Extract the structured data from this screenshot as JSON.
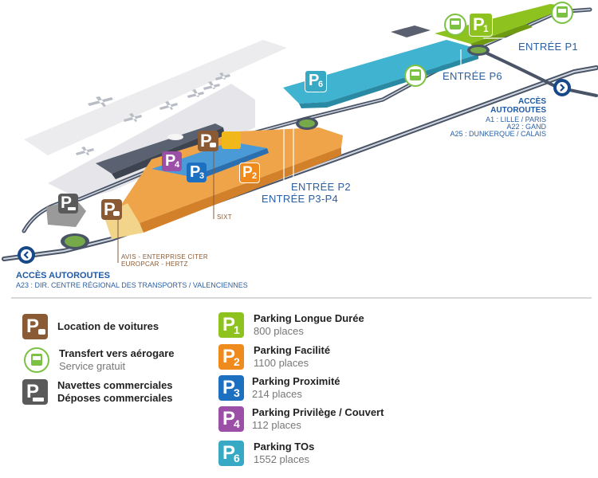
{
  "colors": {
    "p1": "#8dc21f",
    "p2": "#ef8a1c",
    "p3": "#1d6fc0",
    "p4": "#9b4fa6",
    "p6": "#37a9c4",
    "rental": "#8a5a35",
    "commercial": "#5a5a5a",
    "shuttle": "#7cc242",
    "label_blue": "#2b5fa3",
    "access_circle": "#17488a"
  },
  "map": {
    "entrances": {
      "p1": "ENTRÉE P1",
      "p6": "ENTRÉE P6",
      "p2": "ENTRÉE P2",
      "p3p4": "ENTRÉE P3-P4"
    },
    "access_east": {
      "title_line1": "ACCÈS",
      "title_line2": "AUTOROUTES",
      "routes": [
        "A1 : LILLE / PARIS",
        "A22 : GAND",
        "A25 : DUNKERQUE / CALAIS"
      ],
      "icon": "chevron-right-icon"
    },
    "access_west": {
      "title": "ACCÈS AUTOROUTES",
      "route": "A23 : DIR. CENTRE RÉGIONAL DES TRANSPORTS / VALENCIENNES",
      "icon": "chevron-left-icon"
    },
    "rental_agencies": {
      "sixt": "SIXT",
      "line1": "AVIS - ENTERPRISE CITER",
      "line2": "EUROPCAR - HERTZ"
    },
    "badges": {
      "p1": {
        "letter": "P",
        "num": "1"
      },
      "p2": {
        "letter": "P",
        "num": "2"
      },
      "p3": {
        "letter": "P",
        "num": "3"
      },
      "p4": {
        "letter": "P",
        "num": "4"
      },
      "p6": {
        "letter": "P",
        "num": "6"
      },
      "rental": {
        "letter": "P"
      },
      "commercial": {
        "letter": "P"
      }
    }
  },
  "legend": {
    "services": [
      {
        "id": "rental",
        "icon": "car-rental-icon",
        "title": "Location de voitures",
        "subtitle": ""
      },
      {
        "id": "shuttle",
        "icon": "bus-icon",
        "title": "Transfert vers aérogare",
        "subtitle": "Service gratuit"
      },
      {
        "id": "commercial",
        "icon": "commercial-shuttle-icon",
        "title": "Navettes commerciales",
        "subtitle": "Déposes commerciales"
      }
    ],
    "parkings": [
      {
        "id": "p1",
        "letter": "P",
        "num": "1",
        "title": "Parking Longue Durée",
        "places": "800 places"
      },
      {
        "id": "p2",
        "letter": "P",
        "num": "2",
        "title": "Parking Facilité",
        "places": "1100 places"
      },
      {
        "id": "p3",
        "letter": "P",
        "num": "3",
        "title": "Parking Proximité",
        "places": "214 places"
      },
      {
        "id": "p4",
        "letter": "P",
        "num": "4",
        "title": "Parking Privilège / Couvert",
        "places": "112 places"
      },
      {
        "id": "p6",
        "letter": "P",
        "num": "6",
        "title": "Parking TOs",
        "places": "1552 places"
      }
    ]
  }
}
